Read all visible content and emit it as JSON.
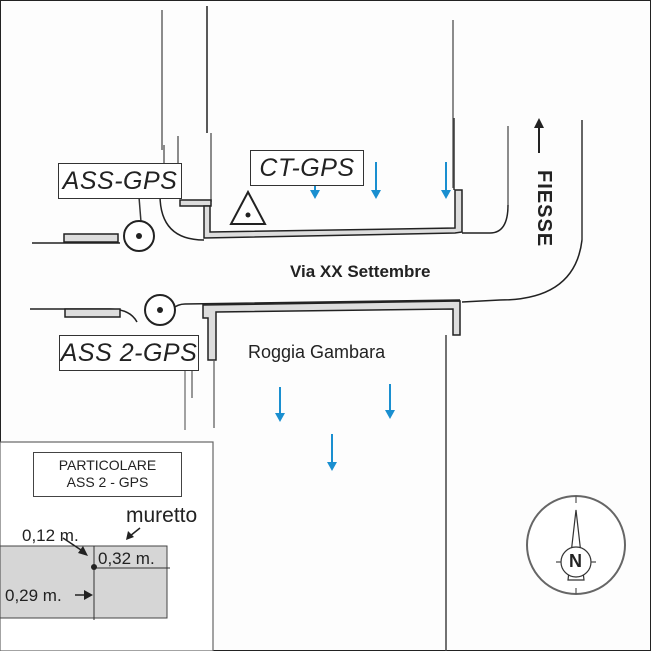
{
  "map": {
    "labels": {
      "ass_gps": "ASS-GPS",
      "ct_gps": "CT-GPS",
      "ass2_gps": "ASS 2-GPS"
    },
    "road_name": "Via XX Settembre",
    "canal_name": "Roggia Gambara",
    "direction_label": "FIESSE",
    "flow_arrow_color": "#1a8fd0"
  },
  "detail": {
    "title_line1": "PARTICOLARE",
    "title_line2": "ASS 2 - GPS",
    "wall_label": "muretto",
    "dim_a": "0,12 m.",
    "dim_b": "0,32 m.",
    "dim_c": "0,29 m."
  },
  "compass": {
    "north_label": "N"
  }
}
